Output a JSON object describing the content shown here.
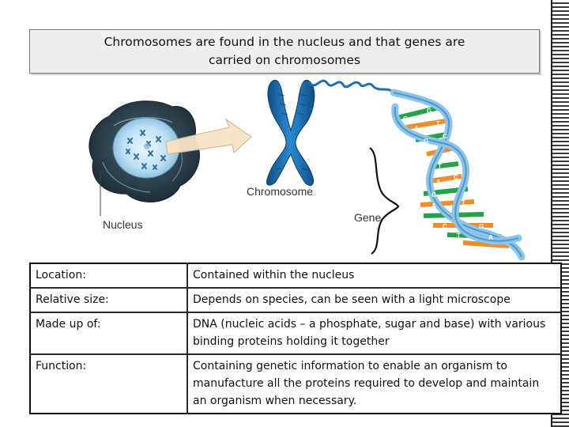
{
  "title": "Chromosomes are found in the nucleus and that genes are\ncarried on chromosomes",
  "diagram": {
    "nucleus_label": "Nucleus",
    "chromosome_label": "Chromosome",
    "gene_label": "Gene",
    "base_letters": [
      "C",
      "G",
      "A",
      "T",
      "G",
      "C",
      "T",
      "A",
      "C",
      "G",
      "A",
      "T",
      "C",
      "G",
      "T",
      "A"
    ]
  },
  "table": {
    "rows": [
      {
        "key": "Location:",
        "value": "Contained within the nucleus"
      },
      {
        "key": "Relative size:",
        "value": "Depends on species, can be seen with a light microscope"
      },
      {
        "key": "Made up of:",
        "value": "DNA (nucleic acids – a phosphate, sugar and base) with various binding proteins holding it together"
      },
      {
        "key": "Function:",
        "value": "Containing genetic information to enable an organism to manufacture all the proteins required to develop and maintain an organism when necessary."
      }
    ]
  },
  "colors": {
    "cell": "#2b3f4a",
    "nucleus": "#bfe0f2",
    "chromosome": "#1b72b5",
    "dna_backbone": "#8cc5e8",
    "base_green": "#23a24a",
    "base_orange": "#f28c28",
    "arrow": "#f6e3c3"
  }
}
